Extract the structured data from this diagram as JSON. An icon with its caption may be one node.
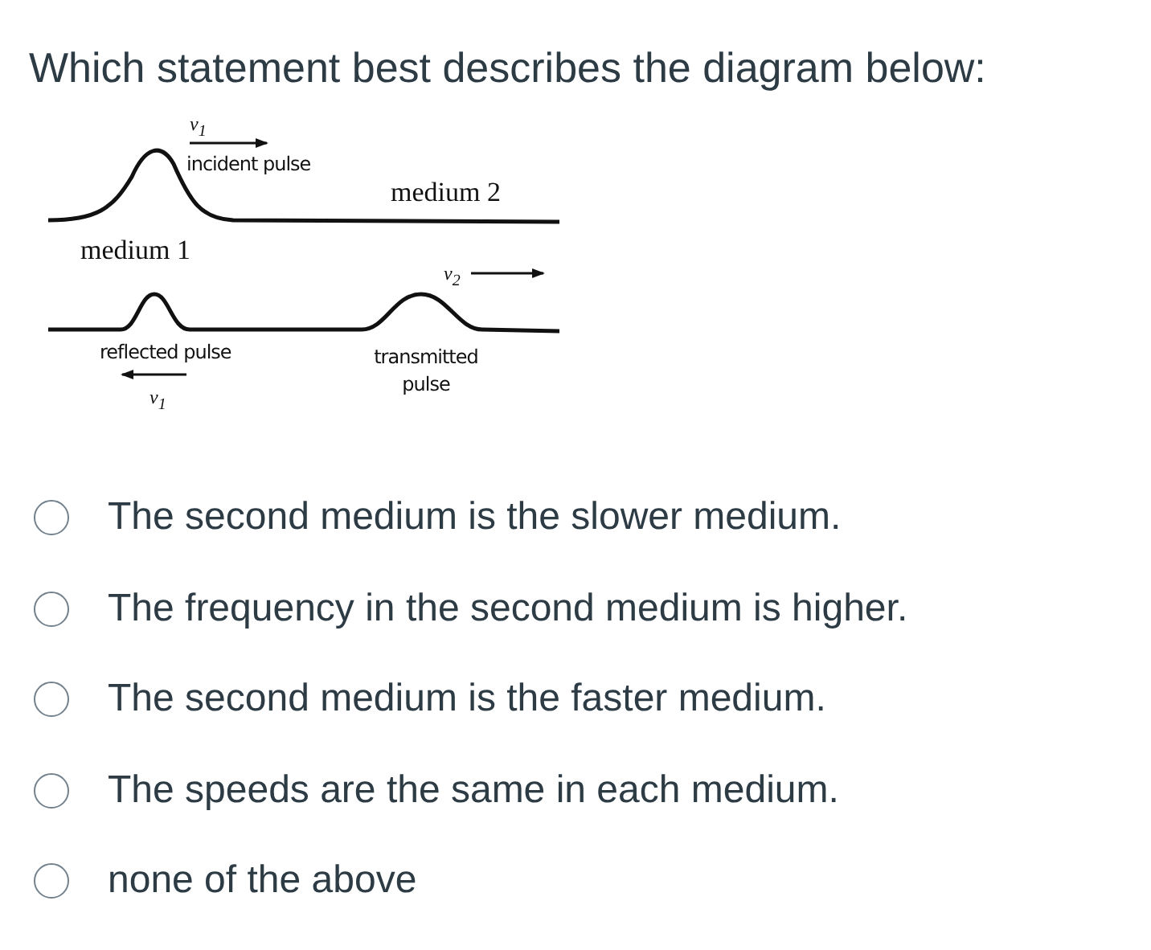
{
  "diagram": {
    "title": "Which statement best describes the diagram below:",
    "labels": [
      "v$_{1}$",
      "incident pulse",
      "medium 2",
      "medium 1",
      "v$_{2}$",
      "reflected pulse",
      "v$_{1}$",
      "transmitted pulse",
      "The second medium is the slower medium.",
      "The frequency in the second medium is higher.",
      "The second medium is the faster medium.",
      "The speeds are the same in each medium.",
      "none of the above"
    ]
  }
}
